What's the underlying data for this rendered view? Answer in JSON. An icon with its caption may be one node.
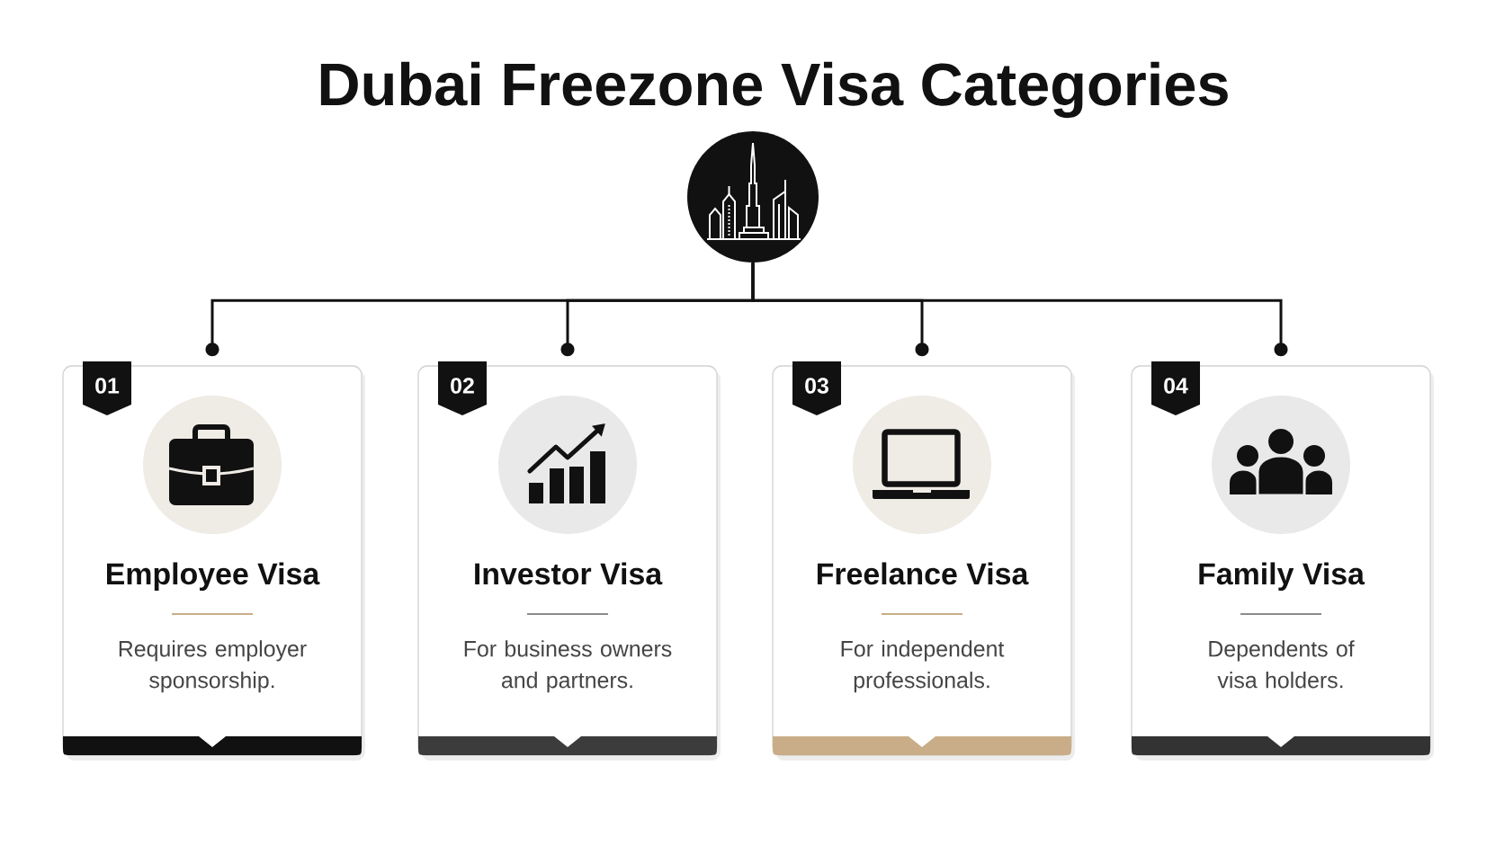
{
  "diagram": {
    "title": "Dubai Freezone Visa Categories",
    "nodes": [
      {
        "text": [],
        "shape": "picture"
      },
      {
        "text": [
          "Employee Visa",
          "Requires employer sponsorship."
        ]
      },
      {
        "text": [
          "01"
        ],
        "in": 1
      },
      {
        "text": [
          "Investor Visa",
          "For business owners and partners."
        ]
      },
      {
        "text": [
          "02"
        ],
        "in": 3
      },
      {
        "text": [
          "Freelance Visa",
          "For independent professionals."
        ]
      },
      {
        "text": [
          "03"
        ],
        "in": 5
      },
      {
        "text": [
          "Family Visa",
          "Dependents of visa holders."
        ]
      },
      {
        "text": [
          "04"
        ],
        "in": 7
      }
    ],
    "edges": [
      {
        "from": 0,
        "to": 1,
        "arrow": "other"
      },
      {
        "from": 0,
        "to": 3,
        "arrow": "other"
      },
      {
        "from": 0,
        "to": 5,
        "arrow": "other"
      },
      {
        "from": 0,
        "to": 7,
        "arrow": "other"
      }
    ]
  }
}
